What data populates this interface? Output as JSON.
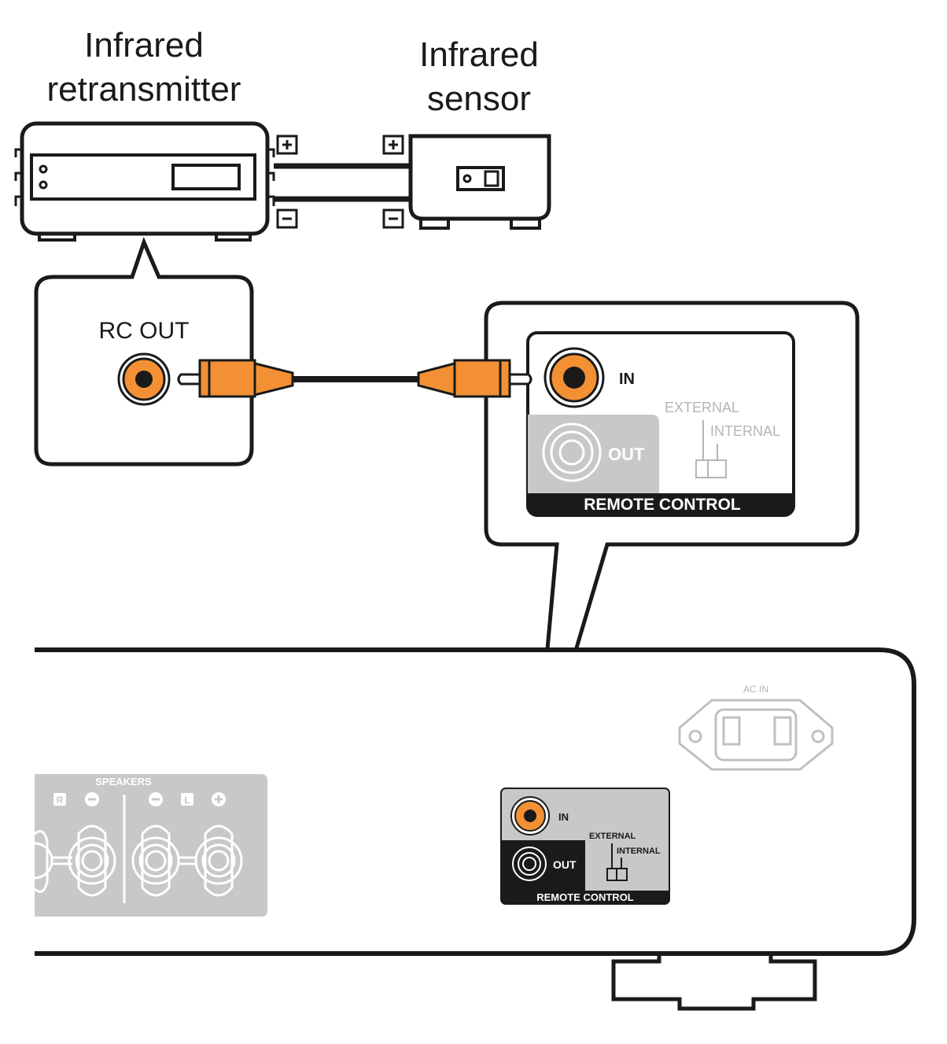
{
  "titles": {
    "retransmitter_line1": "Infrared",
    "retransmitter_line2": "retransmitter",
    "sensor_line1": "Infrared",
    "sensor_line2": "sensor"
  },
  "polarity": {
    "plus": "+",
    "minus": "−"
  },
  "rc_out_label": "RC OUT",
  "zoom_panel": {
    "in_label": "IN",
    "out_label": "OUT",
    "external_label": "EXTERNAL",
    "internal_label": "INTERNAL",
    "footer_label": "REMOTE CONTROL"
  },
  "rear_panel": {
    "ac_in_label": "AC IN",
    "speakers_label": "SPEAKERS",
    "speaker_r": "R",
    "speaker_l": "L",
    "in_label": "IN",
    "out_label": "OUT",
    "external_label": "EXTERNAL",
    "internal_label": "INTERNAL",
    "footer_label": "REMOTE CONTROL"
  },
  "colors": {
    "line": "#1a1a1a",
    "plug_orange": "#f39034",
    "jack_orange": "#f39034",
    "grey_panel": "#c8c8c8",
    "grey_text": "#b5b5b5",
    "dark_footer": "#1a1a1a"
  }
}
